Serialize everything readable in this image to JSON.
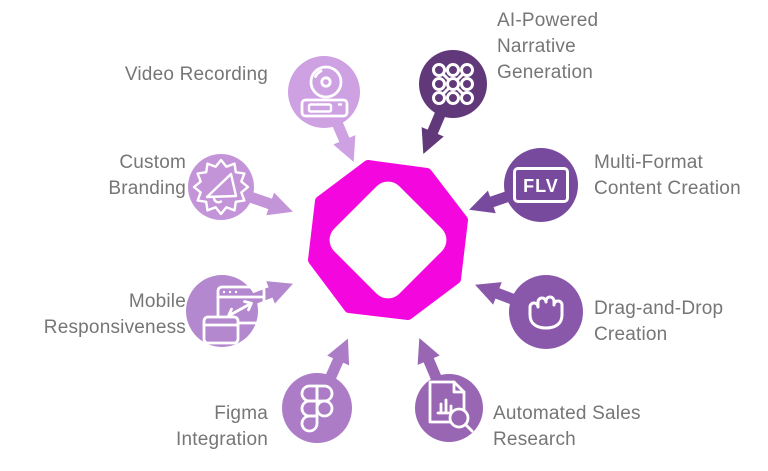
{
  "diagram": {
    "text_color": "#767676",
    "center": {
      "name": "brand-logo",
      "color": "#f307de"
    },
    "items": [
      {
        "id": "video-recording",
        "label": "Video Recording",
        "icon": "cd-player-icon",
        "color": "#cda1e2"
      },
      {
        "id": "ai-narrative",
        "label": "AI-Powered\nNarrative\nGeneration",
        "icon": "neural-network-icon",
        "color": "#613879"
      },
      {
        "id": "custom-branding",
        "label": "Custom\nBranding",
        "icon": "megaphone-badge-icon",
        "color": "#c494d9"
      },
      {
        "id": "multi-format",
        "label": "Multi-Format\nContent Creation",
        "icon": "flv-file-icon",
        "color": "#784a9d",
        "icon_text": "FLV"
      },
      {
        "id": "mobile-responsiveness",
        "label": "Mobile\nResponsiveness",
        "icon": "responsive-window-icon",
        "color": "#b488ce"
      },
      {
        "id": "drag-and-drop",
        "label": "Drag-and-Drop\nCreation",
        "icon": "grab-hand-icon",
        "color": "#8a58aa"
      },
      {
        "id": "figma-integration",
        "label": "Figma\nIntegration",
        "icon": "figma-logo-icon",
        "color": "#ac7cc6"
      },
      {
        "id": "automated-sales",
        "label": "Automated Sales\nResearch",
        "icon": "document-search-icon",
        "color": "#9966b3"
      }
    ]
  }
}
